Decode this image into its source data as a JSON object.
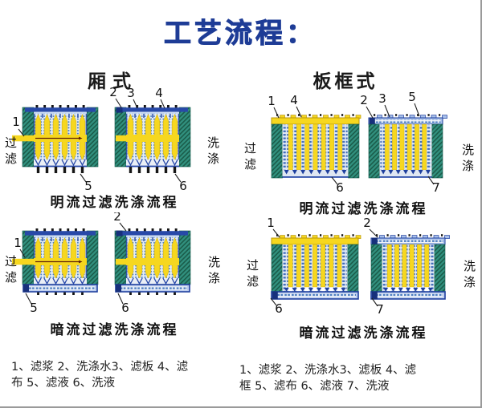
{
  "title": "工艺流程：",
  "columns": [
    {
      "header": "厢式",
      "groups": [
        {
          "caption": "明流过滤洗涤流程",
          "left_label": "过滤",
          "right_label": "洗涤",
          "callouts": [
            "1",
            "2",
            "3",
            "4",
            "5",
            "6"
          ]
        },
        {
          "caption": "暗流过滤洗涤流程",
          "left_label": "过滤",
          "right_label": "洗涤",
          "callouts": [
            "1",
            "2",
            "5",
            "6"
          ]
        }
      ],
      "legend_lines": [
        "1、滤浆 2、洗涤水3、滤板 4、滤",
        "布 5、滤液 6、洗液"
      ]
    },
    {
      "header": "板框式",
      "groups": [
        {
          "caption": "明流过滤洗涤流程",
          "left_label": "过滤",
          "right_label": "洗涤",
          "callouts": [
            "1",
            "4",
            "2",
            "3",
            "5",
            "6",
            "7"
          ]
        },
        {
          "caption": "暗流过滤洗涤流程",
          "left_label": "过滤",
          "right_label": "洗涤",
          "callouts": [
            "1",
            "2",
            "6",
            "7"
          ]
        }
      ],
      "legend_lines": [
        "1、滤浆 2、洗涤水3、滤板 4、滤",
        "框 5、滤布 6、滤液 7、洗液"
      ]
    }
  ],
  "colors": {
    "title": "#1e3c96",
    "teal": "#31907e",
    "teal_dark": "#1b5d4b",
    "yellow": "#f6d71f",
    "navy": "#1e3f9e",
    "bar_blue": "#2849a8",
    "dot_blue": "#4a7fc0",
    "channel": "#bccdee",
    "arrow": "#5e2008"
  }
}
